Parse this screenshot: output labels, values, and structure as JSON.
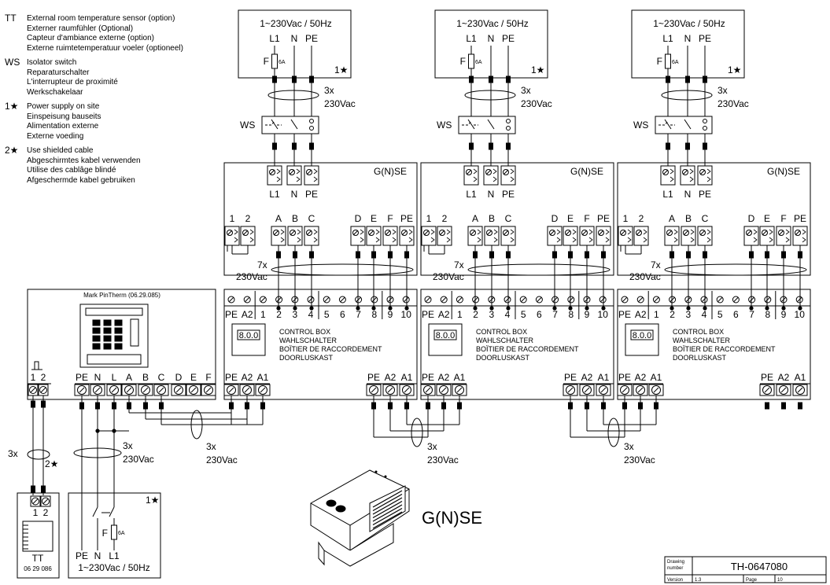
{
  "legend": [
    {
      "key": "TT",
      "lines": [
        "External room temperature sensor (option)",
        "Externer raumfühler (Optional)",
        "Capteur d'ambiance externe (option)",
        "Externe ruimtetemperatuur voeler (optioneel)"
      ]
    },
    {
      "key": "WS",
      "lines": [
        "Isolator switch",
        "Reparaturschalter",
        "L'interrupteur de proximité",
        "Werkschakelaar"
      ]
    },
    {
      "key": "1★",
      "lines": [
        "Power supply on site",
        "Einspeisung bauseits",
        "Alimentation externe",
        "Externe voeding"
      ]
    },
    {
      "key": "2★",
      "lines": [
        "Use shielded cable",
        "Abgeschirmtes kabel verwenden",
        "Utilise des cablâge blindé",
        "Afgeschermde kabel gebruiken"
      ]
    }
  ],
  "supply": {
    "title": "1~230Vac / 50Hz",
    "terms": [
      "L1",
      "N",
      "PE"
    ],
    "fuse_label": "F",
    "fuse_rating": "6A",
    "note": "1★"
  },
  "supply_cable": {
    "count": "3x",
    "voltage": "230Vac"
  },
  "isolator_label": "WS",
  "unit": {
    "title": "G(N)SE",
    "in_terms": [
      "L1",
      "N",
      "PE"
    ],
    "out_terms": [
      "1",
      "2",
      "A",
      "B",
      "C",
      "D",
      "E",
      "F",
      "PE"
    ]
  },
  "unit_cable": {
    "count": "7x",
    "voltage": "230Vac"
  },
  "control_box": {
    "strip": [
      "PE",
      "A2",
      "1",
      "2",
      "3",
      "4",
      "5",
      "6",
      "7",
      "8",
      "9",
      "10"
    ],
    "lines": [
      "CONTROL BOX",
      "WAHLSCHALTER",
      "BOÏTIER DE RACCORDEMENT",
      "DOORLUSKAST"
    ],
    "bottom_terms": [
      "PE",
      "A2",
      "A1"
    ],
    "display": "8.0.0"
  },
  "link_cable": {
    "count": "3x",
    "voltage": "230Vac"
  },
  "controller": {
    "title": "Mark PinTherm (06.29.085)",
    "sensor_terms": [
      "1",
      "2"
    ],
    "terms": [
      "PE",
      "N",
      "L",
      "A",
      "B",
      "C",
      "D",
      "E",
      "F"
    ]
  },
  "sensor_cable": {
    "count": "3x",
    "note": "2★"
  },
  "ctrl_cable": {
    "count": "3x",
    "voltage": "230Vac"
  },
  "tt_box": {
    "terms": [
      "1",
      "2"
    ],
    "title": "TT",
    "code": "06 29 086"
  },
  "ctrl_supply": {
    "terms": [
      "PE",
      "N",
      "L1"
    ],
    "title": "1~230Vac / 50Hz",
    "fuse_label": "F",
    "fuse_rating": "6A",
    "note": "1★"
  },
  "product_label": "G(N)SE",
  "title_block": {
    "drawing_label": "Drawing number",
    "drawing_number": "TH-0647080",
    "version_label": "Version",
    "version": "1.3",
    "page_label": "Page",
    "page": "10"
  }
}
